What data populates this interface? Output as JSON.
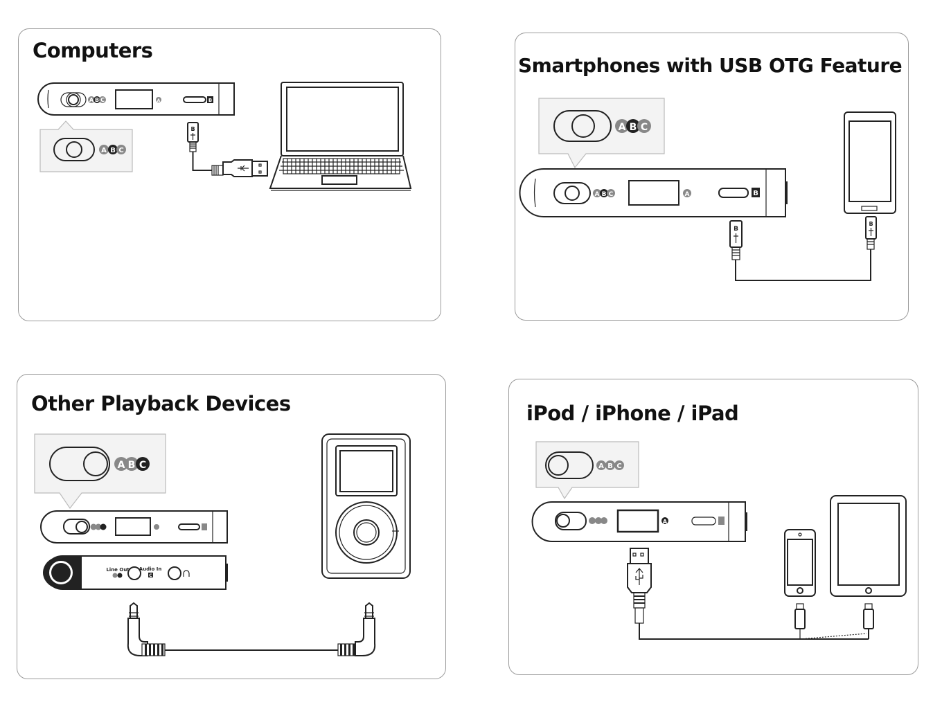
{
  "panels": {
    "computers": {
      "title": "Computers"
    },
    "smartphones": {
      "title": "Smartphones with USB OTG Feature"
    },
    "playback": {
      "title": "Other Playback Devices"
    },
    "ipod": {
      "title": "iPod / iPhone / iPad"
    }
  },
  "device_labels": {
    "switch_a": "A",
    "switch_b": "B",
    "switch_c": "C",
    "port_a": "A",
    "port_b": "B",
    "connector_b": "B",
    "line_out": "Line Out",
    "audio_in": "Audio In",
    "audio_in_port": "C"
  },
  "icons": [
    "usb-icon",
    "headphone-icon",
    "laptop-icon",
    "smartphone-icon",
    "music-player-icon",
    "iphone-icon",
    "ipad-icon",
    "audio-jack-icon",
    "micro-usb-connector-icon",
    "lightning-connector-icon",
    "usb-a-connector-icon"
  ]
}
